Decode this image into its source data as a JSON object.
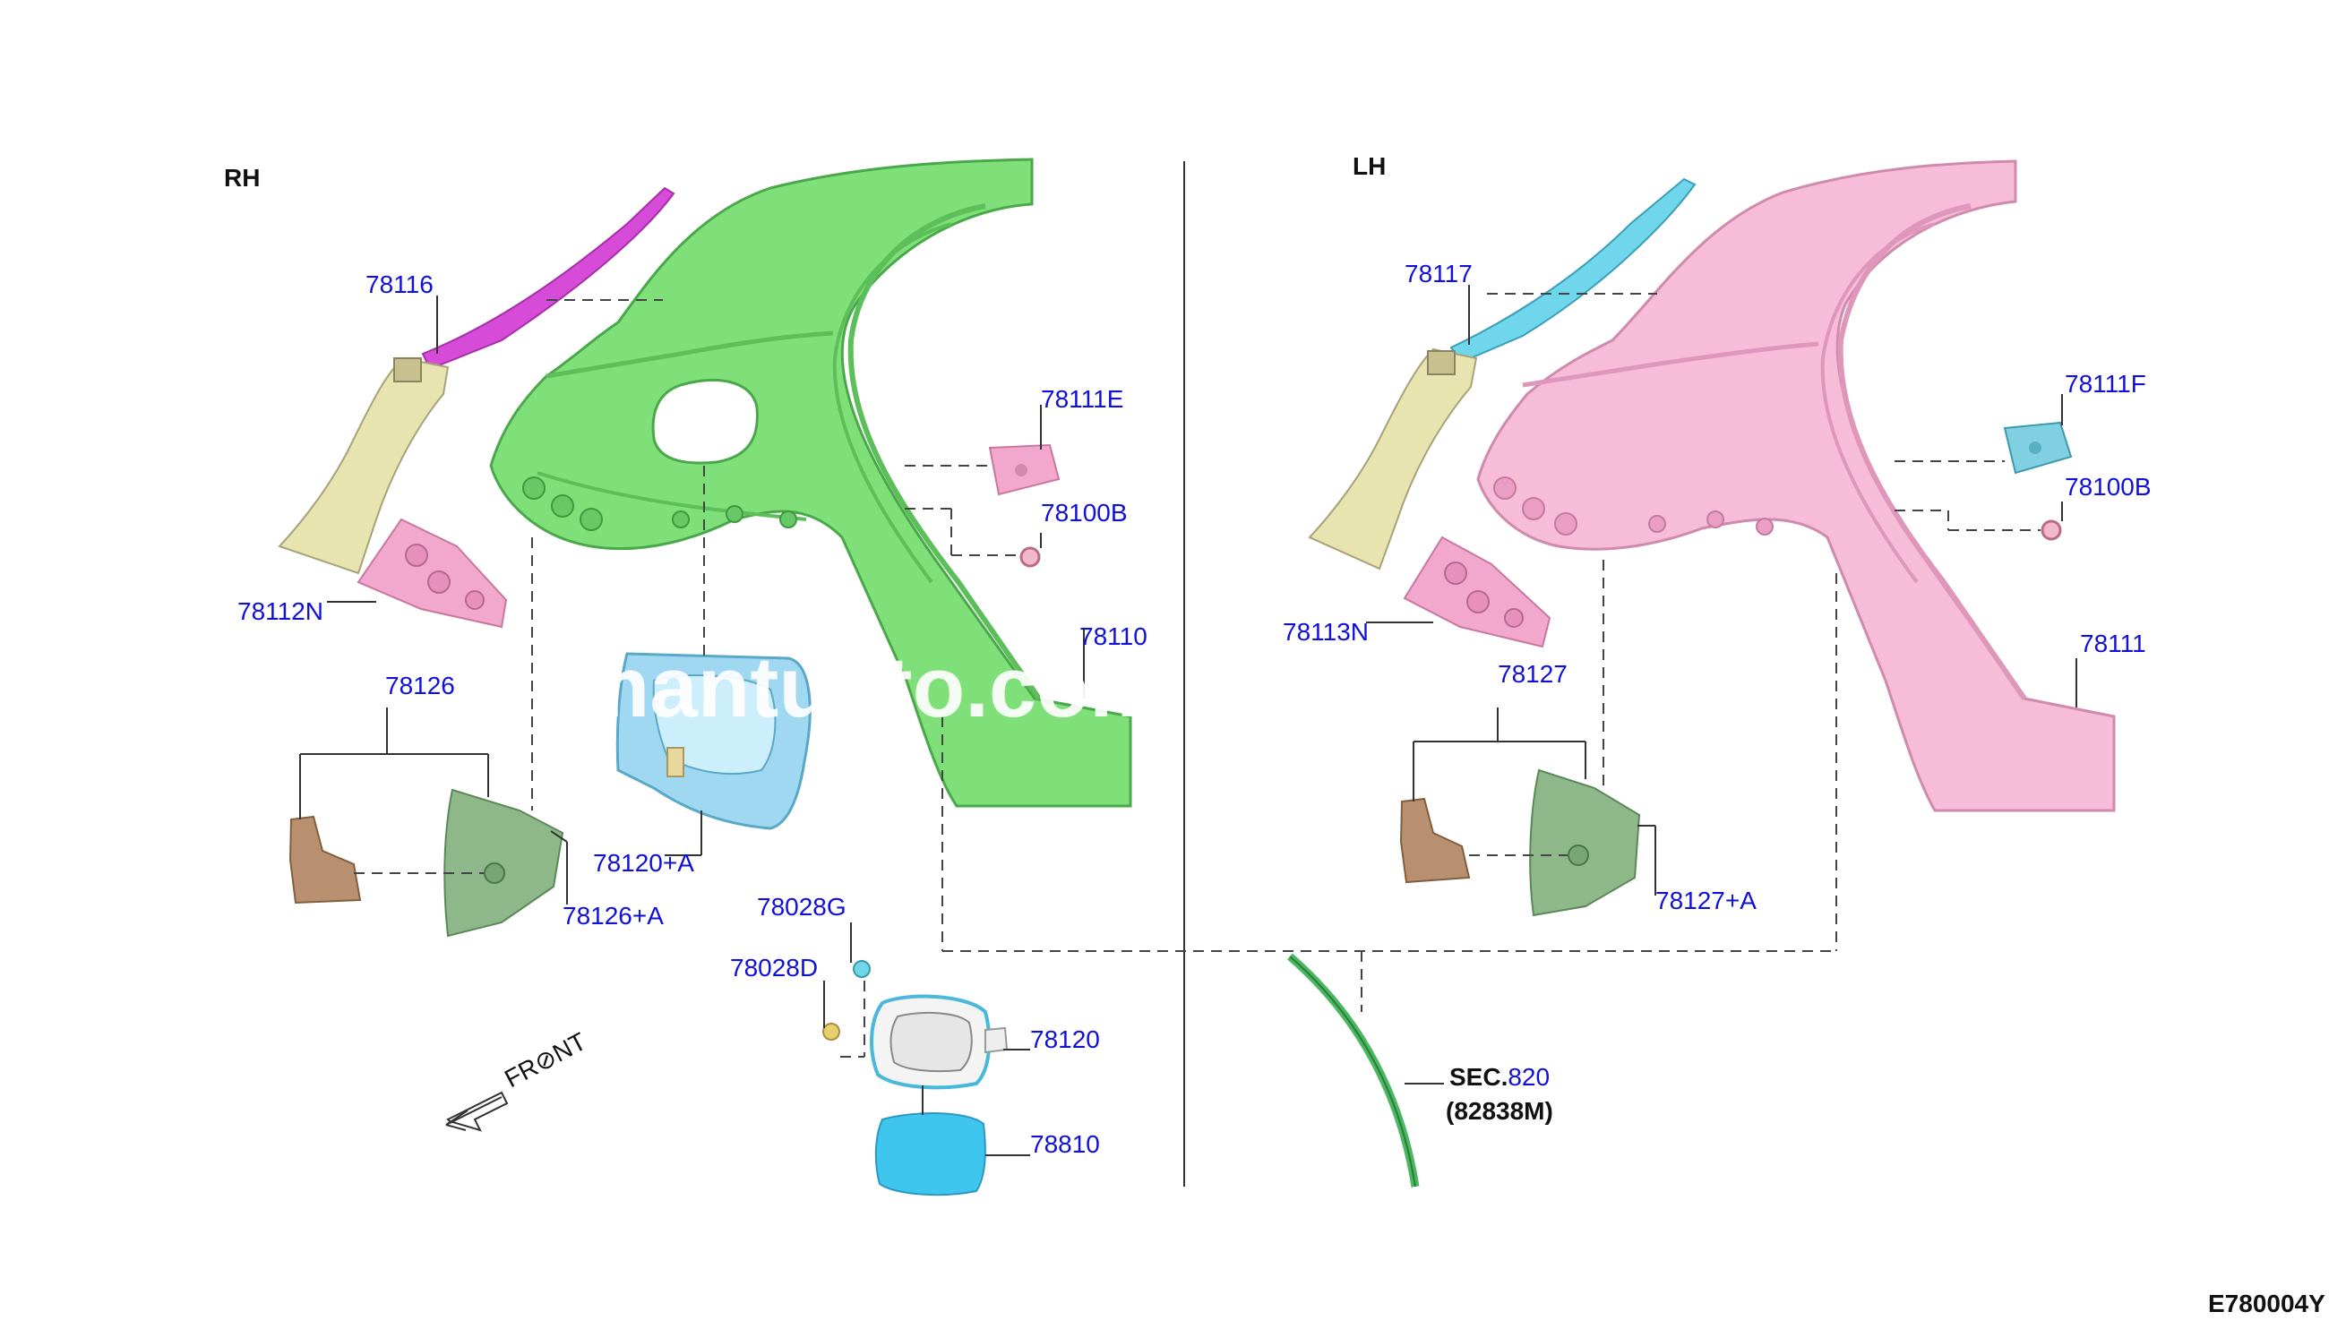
{
  "diagram": {
    "side_labels": {
      "rh": "RH",
      "lh": "LH"
    },
    "parts": {
      "p78116": "78116",
      "p78111E": "78111E",
      "p78100B_rh": "78100B",
      "p78112N": "78112N",
      "p78110": "78110",
      "p78126": "78126",
      "p78120A": "78120+A",
      "p78126A": "78126+A",
      "p78028G": "78028G",
      "p78028D": "78028D",
      "p78120": "78120",
      "p78810": "78810",
      "p78117": "78117",
      "p78111F": "78111F",
      "p78100B_lh": "78100B",
      "p78113N": "78113N",
      "p78111": "78111",
      "p78127": "78127",
      "p78127A": "78127+A"
    },
    "sec_ref": {
      "prefix": "SEC.",
      "number": "820",
      "sub": "(82838M)"
    },
    "front_label": "FR⊘NT",
    "drawing_code": "E780004Y",
    "watermark": "mantuoto.com"
  },
  "colors": {
    "outer_panel_rh": "#7fe07a",
    "outer_panel_lh": "#f6bcd8",
    "pillar_rh": "#d64bd8",
    "pillar_lh": "#6fd6ec",
    "inner_pillar": "#e8e4b0",
    "bracket_pink": "#f2a8cc",
    "housing_blue": "#9fd8f0",
    "lid_blue": "#3ec6ee",
    "extension_dark": "#8fb88a",
    "bracket_brown": "#b89070",
    "label_blue": "#1010d8"
  }
}
